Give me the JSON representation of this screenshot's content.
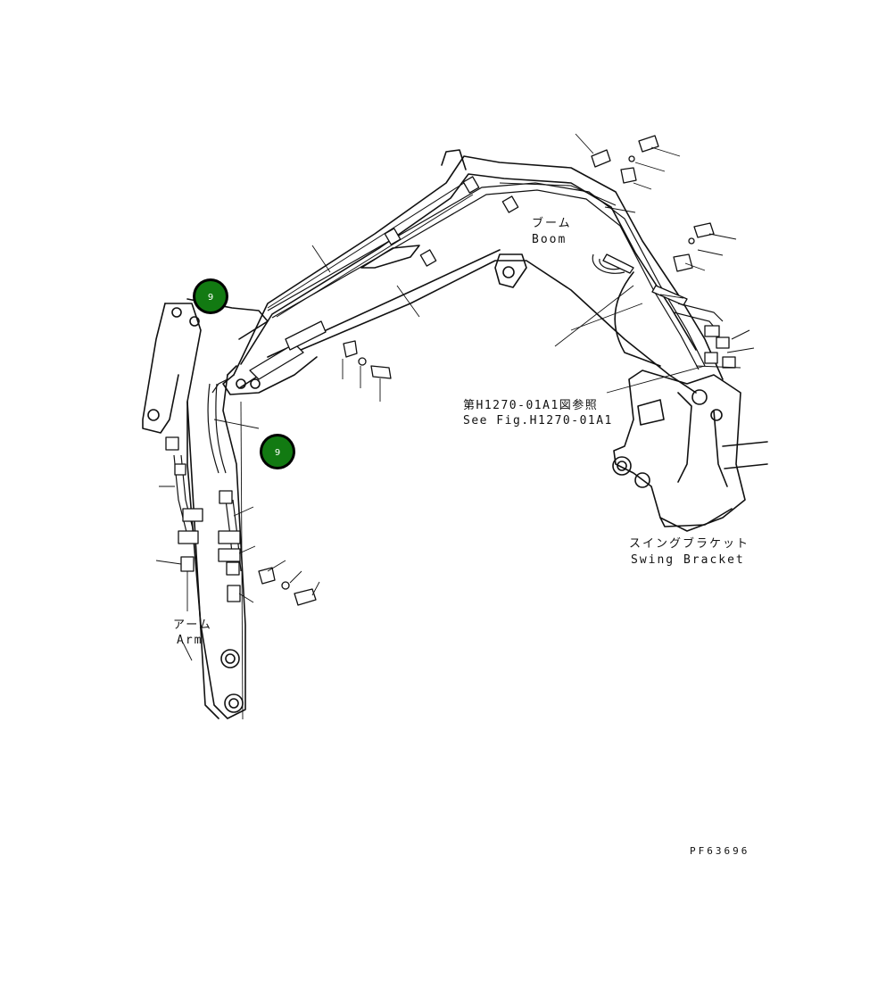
{
  "labels": {
    "boom_jp": "ブーム",
    "boom_en": "Boom",
    "arm_jp": "アーム",
    "arm_en": "Arm",
    "swing_jp": "スイングブラケット",
    "swing_en": "Swing Bracket",
    "ref_jp": "第H1270-01A1図参照",
    "ref_en": "See Fig.H1270-01A1",
    "figure_code": "PF63696"
  },
  "callouts": [
    {
      "number": "9",
      "color": "#127a12"
    },
    {
      "number": "9",
      "color": "#127a12"
    }
  ]
}
